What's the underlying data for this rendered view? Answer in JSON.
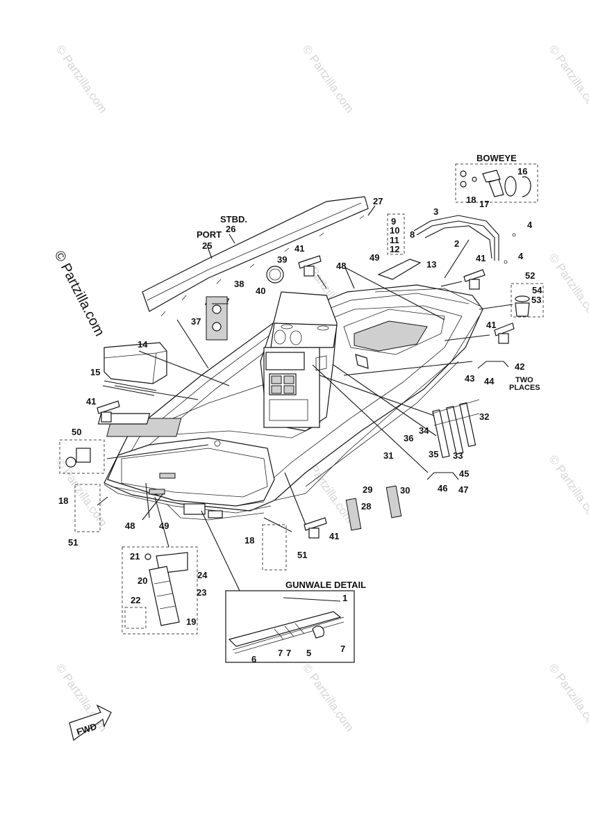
{
  "watermark": {
    "text": "© Partzilla.com",
    "side_text": "© Partzilla.com"
  },
  "callouts": {
    "boweye_title": "BOWEYE",
    "gunwale_title": "GUNWALE DETAIL",
    "stbd": "STBD.",
    "port": "PORT",
    "two_places_1": "TWO",
    "two_places_2": "PLACES",
    "fwd": "FWD"
  },
  "part_numbers": {
    "n1": "1",
    "n2": "2",
    "n3": "3",
    "n4a": "4",
    "n4b": "4",
    "n5": "5",
    "n6": "6",
    "n7a": "7",
    "n7b": "7",
    "n7c": "7",
    "n8": "8",
    "n9": "9",
    "n10": "10",
    "n11": "11",
    "n12": "12",
    "n13": "13",
    "n14": "14",
    "n15": "15",
    "n16": "16",
    "n17": "17",
    "n18a": "18",
    "n18b": "18",
    "n18c": "18",
    "n19": "19",
    "n20": "20",
    "n21": "21",
    "n22": "22",
    "n23": "23",
    "n24": "24",
    "n25": "25",
    "n26": "26",
    "n27": "27",
    "n28": "28",
    "n29": "29",
    "n30": "30",
    "n31": "31",
    "n32": "32",
    "n33": "33",
    "n34": "34",
    "n35": "35",
    "n36": "36",
    "n37": "37",
    "n38": "38",
    "n39": "39",
    "n40": "40",
    "n41a": "41",
    "n41b": "41",
    "n41c": "41",
    "n41d": "41",
    "n41e": "41",
    "n42": "42",
    "n43": "43",
    "n44": "44",
    "n45": "45",
    "n46": "46",
    "n47": "47",
    "n48a": "48",
    "n48b": "48",
    "n49a": "49",
    "n49b": "49",
    "n50": "50",
    "n51a": "51",
    "n51b": "51",
    "n52": "52",
    "n53": "53",
    "n54": "54"
  }
}
